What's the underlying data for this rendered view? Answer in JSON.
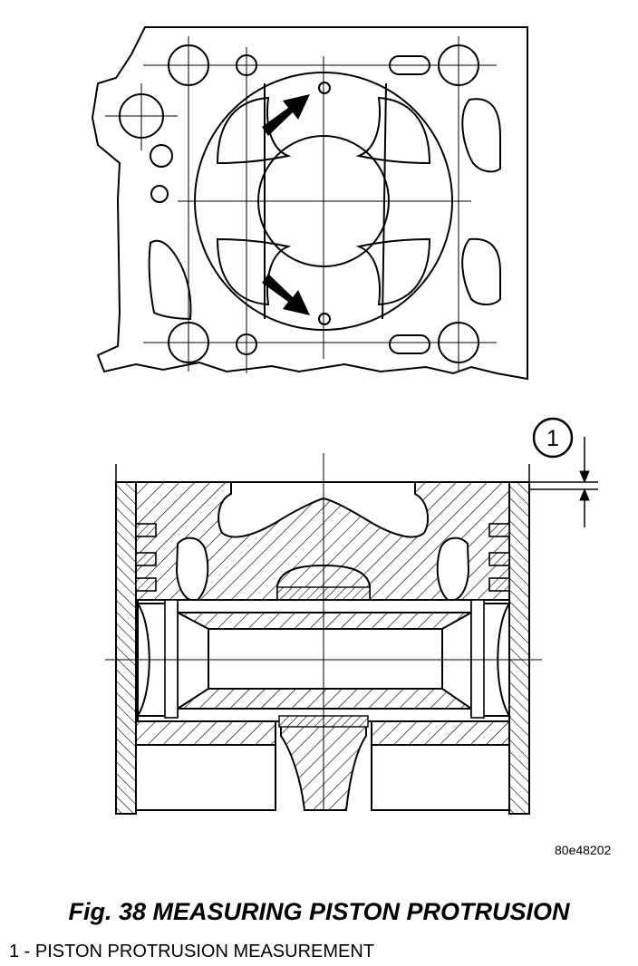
{
  "figure": {
    "callout_number": "1",
    "ref_code": "80e48202",
    "caption": "Fig. 38 MEASURING PISTON PROTRUSION",
    "legend": [
      {
        "label": "1 - PISTON PROTRUSION MEASUREMENT"
      }
    ]
  },
  "colors": {
    "line": "#000000",
    "background": "#ffffff"
  }
}
